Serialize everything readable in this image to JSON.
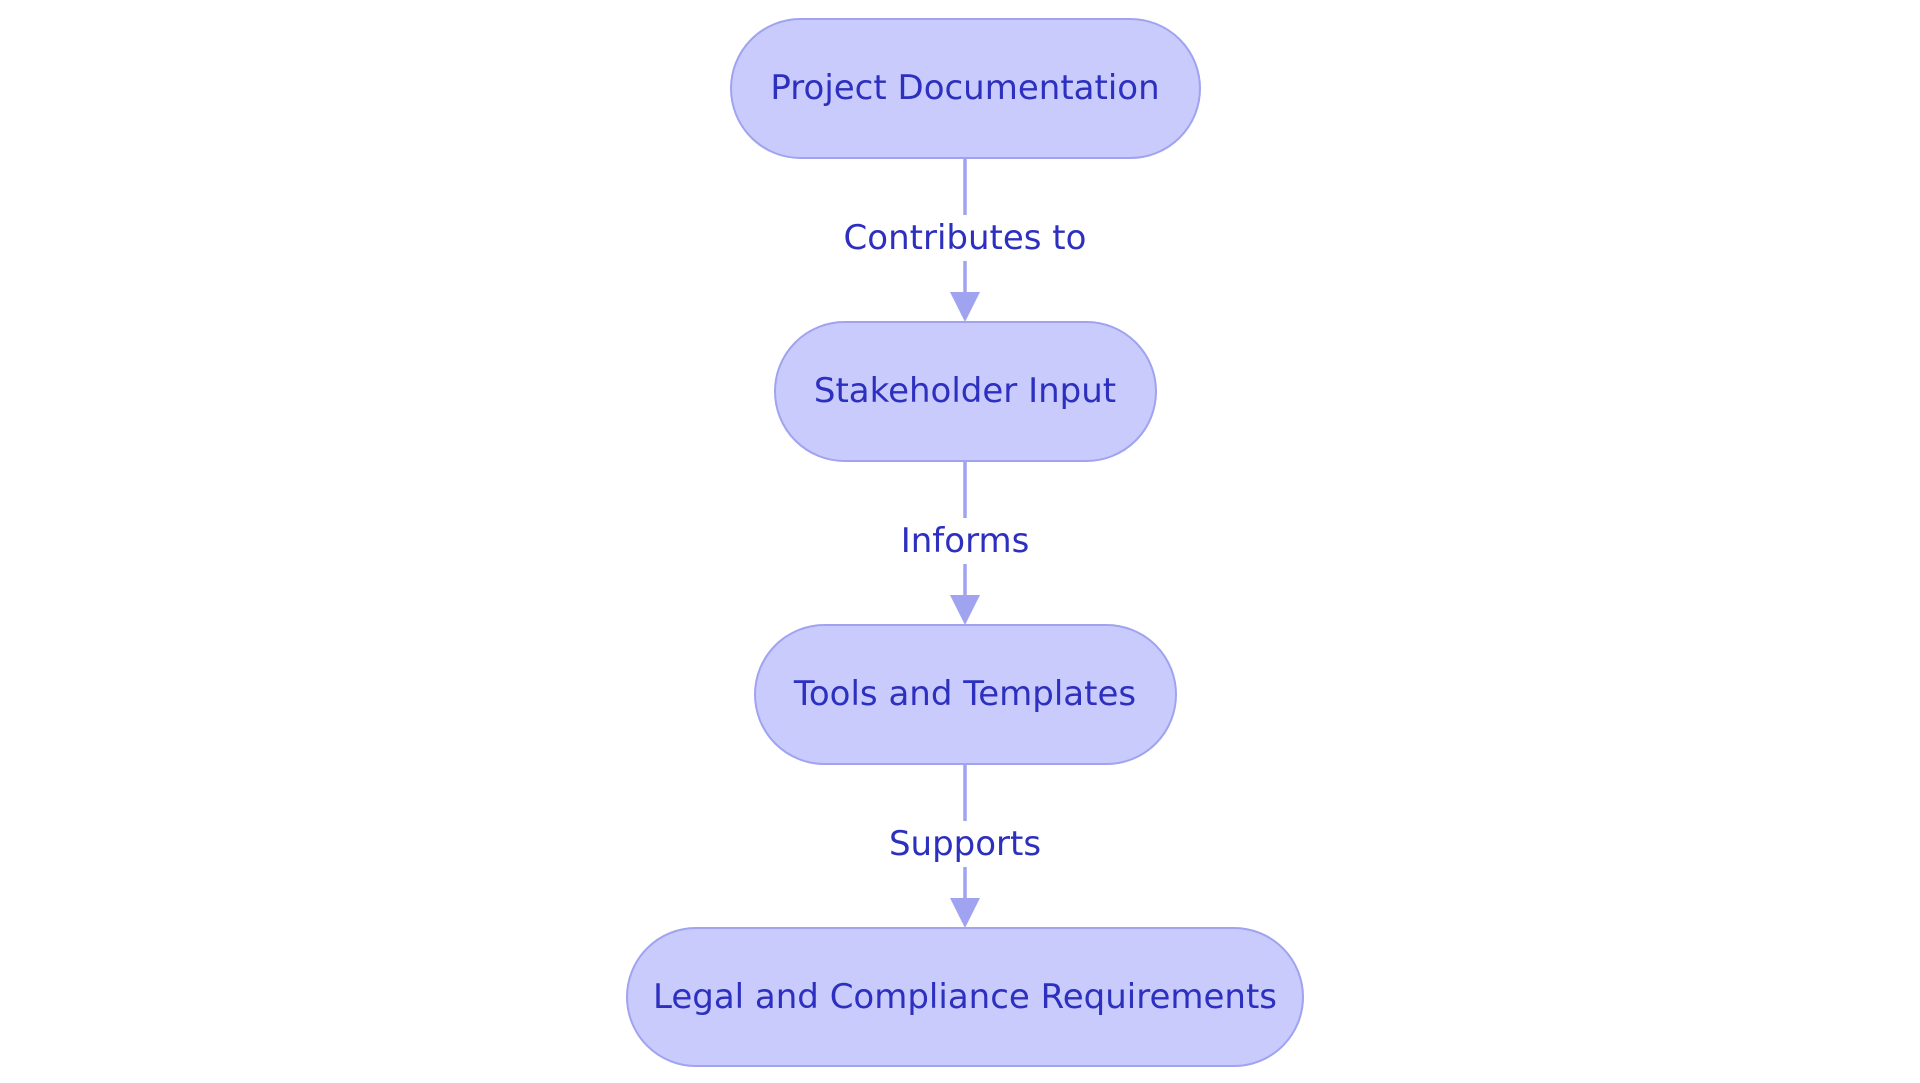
{
  "colors": {
    "node_fill": "#c8cbfc",
    "node_stroke": "#9fa3f0",
    "edge": "#9fa3f0",
    "text": "#2d2fbf"
  },
  "nodes": [
    {
      "id": "project-documentation",
      "label": "Project Documentation"
    },
    {
      "id": "stakeholder-input",
      "label": "Stakeholder Input"
    },
    {
      "id": "tools-and-templates",
      "label": "Tools and Templates"
    },
    {
      "id": "legal-and-compliance-requirements",
      "label": "Legal and Compliance Requirements"
    }
  ],
  "edges": [
    {
      "from": "project-documentation",
      "to": "stakeholder-input",
      "label": "Contributes to"
    },
    {
      "from": "stakeholder-input",
      "to": "tools-and-templates",
      "label": "Informs"
    },
    {
      "from": "tools-and-templates",
      "to": "legal-and-compliance-requirements",
      "label": "Supports"
    }
  ]
}
